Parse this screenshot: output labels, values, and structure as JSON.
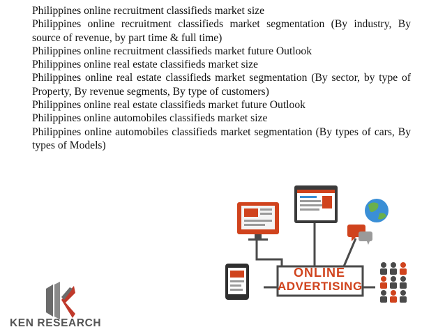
{
  "bullets": [
    {
      "text": "Philippines online recruitment classifieds market size",
      "single": true
    },
    {
      "text": "Philippines online recruitment classifieds market segmentation (By industry, By source of revenue, by part time & full time)",
      "single": false
    },
    {
      "text": "Philippines online recruitment classifieds market future Outlook",
      "single": true
    },
    {
      "text": "Philippines online real estate classifieds market size",
      "single": true
    },
    {
      "text": "Philippines online real estate classifieds market segmentation (By sector, by type of Property, By revenue segments, By type of customers)",
      "single": false
    },
    {
      "text": "Philippines online real estate classifieds market future Outlook",
      "single": true
    },
    {
      "text": "Philippines online automobiles classifieds market size",
      "single": true
    },
    {
      "text": "Philippines online automobiles classifieds market segmentation (By types of cars, By types of Models)",
      "single": false
    }
  ],
  "illustration": {
    "banner_word1": "ONLINE",
    "banner_word2": "ADVERTISING",
    "icons": [
      "monitor-icon",
      "browser-window-icon",
      "globe-icon",
      "chat-bubbles-icon",
      "tablet-icon",
      "people-group-icon"
    ],
    "colors": {
      "accent": "#d0431d",
      "dark": "#4a4a4a",
      "grey": "#9a9a9a",
      "blue": "#3a8fd6",
      "green": "#6ab04c"
    }
  },
  "logo": {
    "name": "KEN RESEARCH",
    "colors": {
      "red": "#c0392b",
      "grey": "#6b6b6b"
    }
  }
}
